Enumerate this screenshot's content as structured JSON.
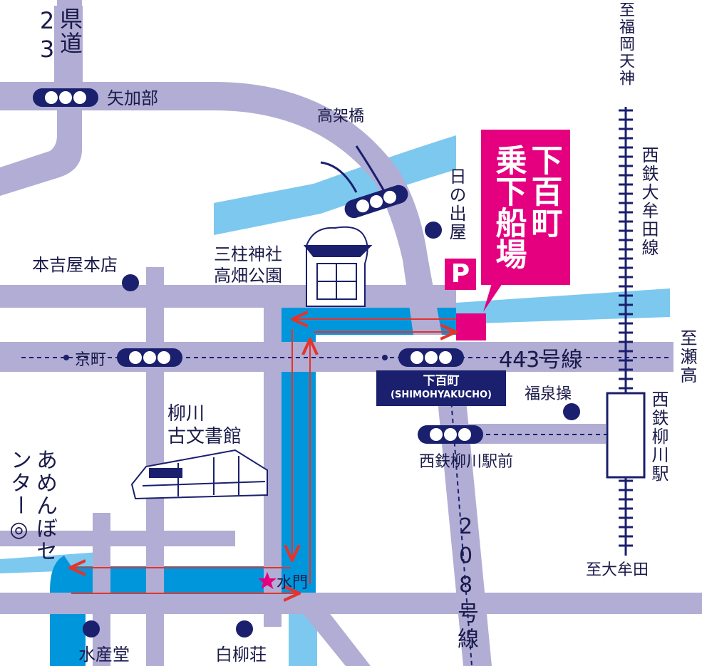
{
  "destination": {
    "title_line1": "下百町",
    "title_line2": "乗下船場",
    "parking": "P"
  },
  "roads": {
    "prefectural_road": "県道23",
    "route_443": "443号線",
    "route_208": "208号線"
  },
  "bus_stops": {
    "yakabe": "矢加部",
    "kyomachi": "京町",
    "shimohyakucho_jp": "下百町",
    "shimohyakucho_en": "(SHIMOHYAKUCHO)",
    "nishitetsu_yanagawa_ekimae": "西鉄柳川駅前"
  },
  "landmarks": {
    "takakakebashi": "高架橋",
    "hinodeya": "日の出屋",
    "motoyoshiya": "本吉屋本店",
    "shrine": "三柱神社\n高畑公園",
    "archives": "柳川\n古文書館",
    "amenbo": "あめんぼセンター◎",
    "suimon": "水門",
    "suisando": "水産堂",
    "shirayanagiso": "白柳荘",
    "fukusensou": "福泉操"
  },
  "rail": {
    "line": "西鉄大牟田線",
    "station": "西鉄柳川駅",
    "to_north": "至福岡天神",
    "to_south": "至大牟田"
  },
  "directions": {
    "to_setaka": "至瀬高"
  },
  "colors": {
    "road": "#b1add4",
    "river_light": "#7cc8ef",
    "river_dark": "#0096dc",
    "accent": "#e4007f",
    "navy": "#1a1f6e",
    "route_arrow": "#e6332a"
  }
}
